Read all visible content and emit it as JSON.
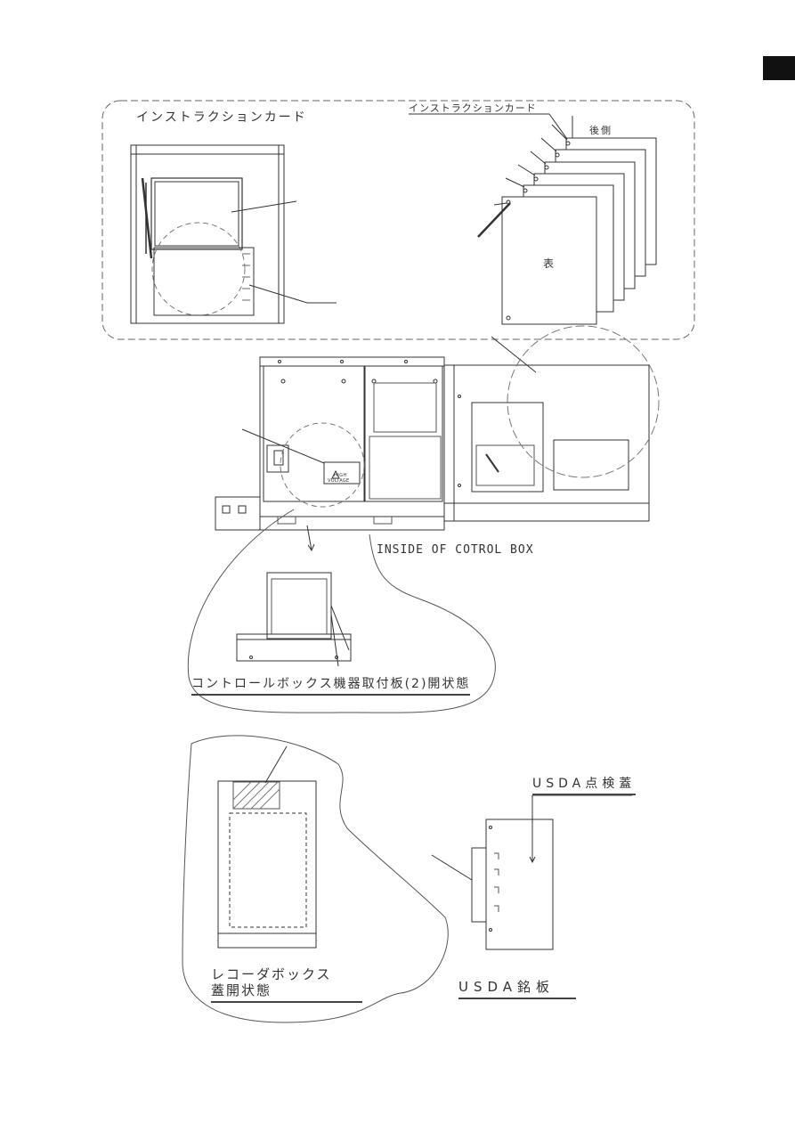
{
  "labels": {
    "instruction_card_title": "インストラクションカード",
    "instruction_card_callout": "インストラクションカード",
    "back_side": "後側",
    "front_side": "表",
    "high_voltage_line1": "HIGH",
    "high_voltage_line2": "VOLTAGE",
    "inside_control_box": "INSIDE OF COTROL BOX",
    "control_box_plate_open": "コントロールボックス機器取付板(2)開状態",
    "usda_inspection_cover": "USDA点検蓋",
    "recorder_box_line1": "レコーダボックス",
    "recorder_box_line2": "蓋開状態",
    "usda_nameplate": "USDA銘板"
  },
  "colors": {
    "line": "#333333",
    "page_tab": "#111111"
  },
  "icons": {
    "page_tab": "black-rectangle-tab",
    "high_voltage": "warning-triangle-icon"
  }
}
